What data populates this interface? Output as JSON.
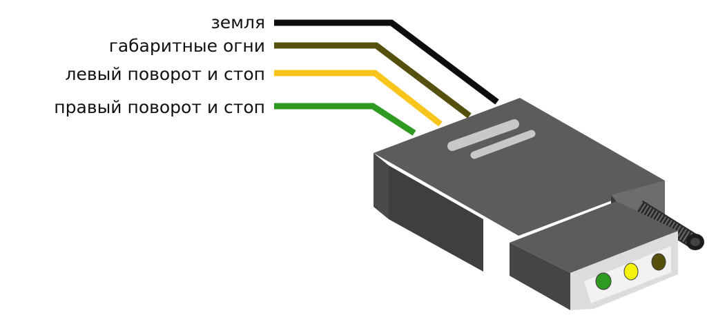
{
  "wires": [
    {
      "id": "ground",
      "label": "земля",
      "color": "#0d0d0d"
    },
    {
      "id": "marker_lights",
      "label": "габаритные огни",
      "color": "#55500e"
    },
    {
      "id": "left_turn_stop",
      "label": "левый поворот и стоп",
      "color": "#f7c51c"
    },
    {
      "id": "right_turn_stop",
      "label": "правый поворот и стоп",
      "color": "#2e9a21"
    }
  ],
  "connector": {
    "body_color": "#5c5c5c",
    "pins": [
      {
        "color": "#2e9a21"
      },
      {
        "color": "#f4f40d"
      },
      {
        "color": "#55500e"
      }
    ]
  }
}
